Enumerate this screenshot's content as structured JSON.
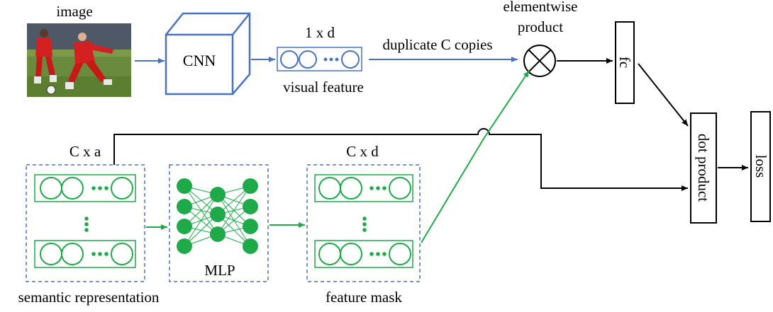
{
  "image_block": {
    "label": "image"
  },
  "cnn": {
    "label": "CNN"
  },
  "visual_feature": {
    "dim_label": "1 x d",
    "caption": "visual feature"
  },
  "duplicate": {
    "label": "duplicate C copies"
  },
  "product": {
    "label_line1": "elementwise",
    "label_line2": "product"
  },
  "fc": {
    "label": "fc"
  },
  "dot_product": {
    "label": "dot product"
  },
  "loss": {
    "label": "loss"
  },
  "semantic": {
    "dim_label": "C x a",
    "caption": "semantic representation"
  },
  "mlp": {
    "label": "MLP"
  },
  "feature_mask": {
    "dim_label": "C x d",
    "caption": "feature mask"
  },
  "colors": {
    "blue": "#4a72c4",
    "green": "#1faa4a",
    "black": "#000000"
  }
}
